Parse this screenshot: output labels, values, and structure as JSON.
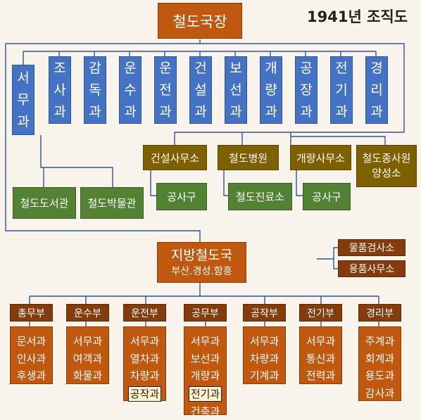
{
  "title": "1941년 조직도",
  "head": "철도국장",
  "head_divisions": [
    "서무과",
    "조사과",
    "감독과",
    "운수과",
    "운전과",
    "건설과",
    "보선과",
    "개량과",
    "공장과",
    "전기과",
    "경리과"
  ],
  "offices": [
    "건설사무소",
    "철도병원",
    "개량사무소",
    "철도종사원\n양성소"
  ],
  "office_subs": [
    "공사구",
    "철도진료소",
    "공사구"
  ],
  "library_museum": [
    "철도도서관",
    "철도박물관"
  ],
  "regional": {
    "name": "지방철도국",
    "cities": "부산.경성.함흥"
  },
  "supply": [
    "물품검사소",
    "용품사무소"
  ],
  "departments": [
    {
      "name": "총무부",
      "sections": [
        "문서과",
        "인사과",
        "후생과"
      ],
      "highlight": []
    },
    {
      "name": "운수부",
      "sections": [
        "서무과",
        "여객과",
        "화물과"
      ],
      "highlight": []
    },
    {
      "name": "운전부",
      "sections": [
        "서무과",
        "열차과",
        "차량과",
        "공작과"
      ],
      "highlight": [
        "공작과"
      ]
    },
    {
      "name": "공무부",
      "sections": [
        "서무과",
        "보선과",
        "개량과",
        "전기과",
        "건축과"
      ],
      "highlight": [
        "전기과"
      ]
    },
    {
      "name": "공작부",
      "sections": [
        "서무과",
        "차량과",
        "기계과"
      ],
      "highlight": []
    },
    {
      "name": "전기부",
      "sections": [
        "서무과",
        "통신과",
        "전력과"
      ],
      "highlight": []
    },
    {
      "name": "경리부",
      "sections": [
        "주계과",
        "회계과",
        "용도과",
        "감사과"
      ],
      "highlight": []
    }
  ],
  "colors": {
    "orange": "#c0580f",
    "blue": "#4472c4",
    "olive": "#7f6000",
    "green": "#548235",
    "brown": "#843c0c",
    "line": "#2f5597"
  }
}
